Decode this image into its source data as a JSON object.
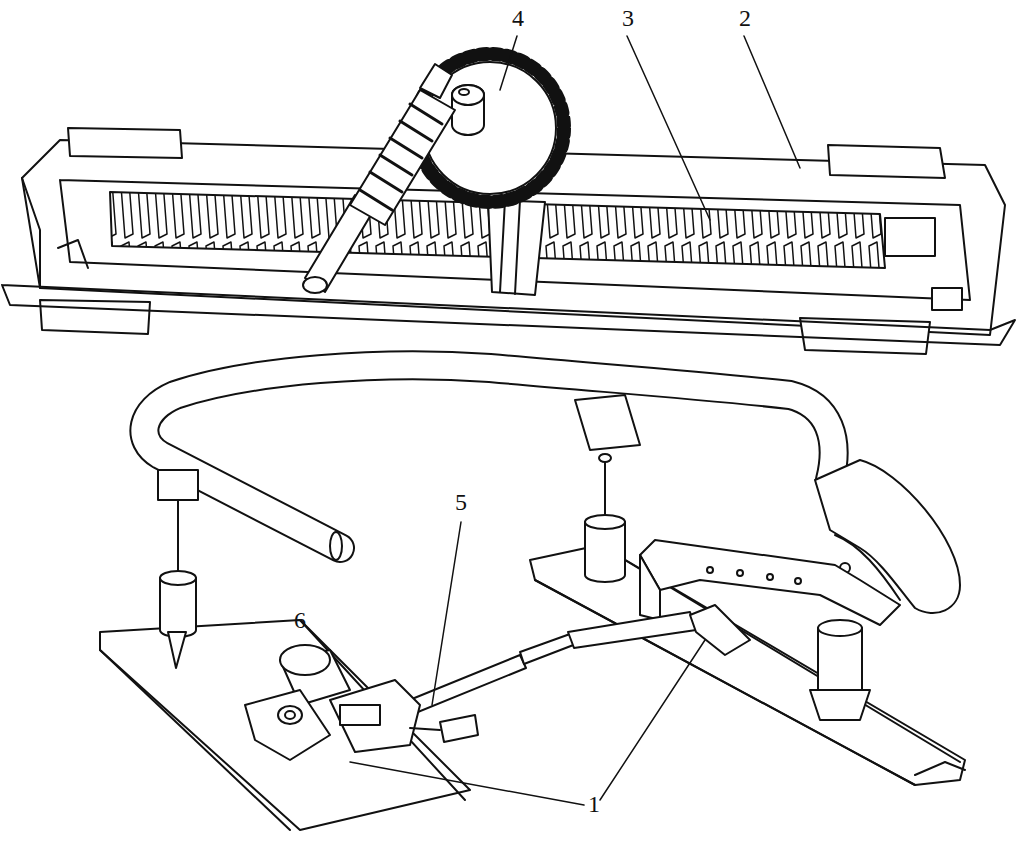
{
  "diagram": {
    "labels": [
      "4",
      "3",
      "2",
      "5",
      "6",
      "1"
    ]
  }
}
